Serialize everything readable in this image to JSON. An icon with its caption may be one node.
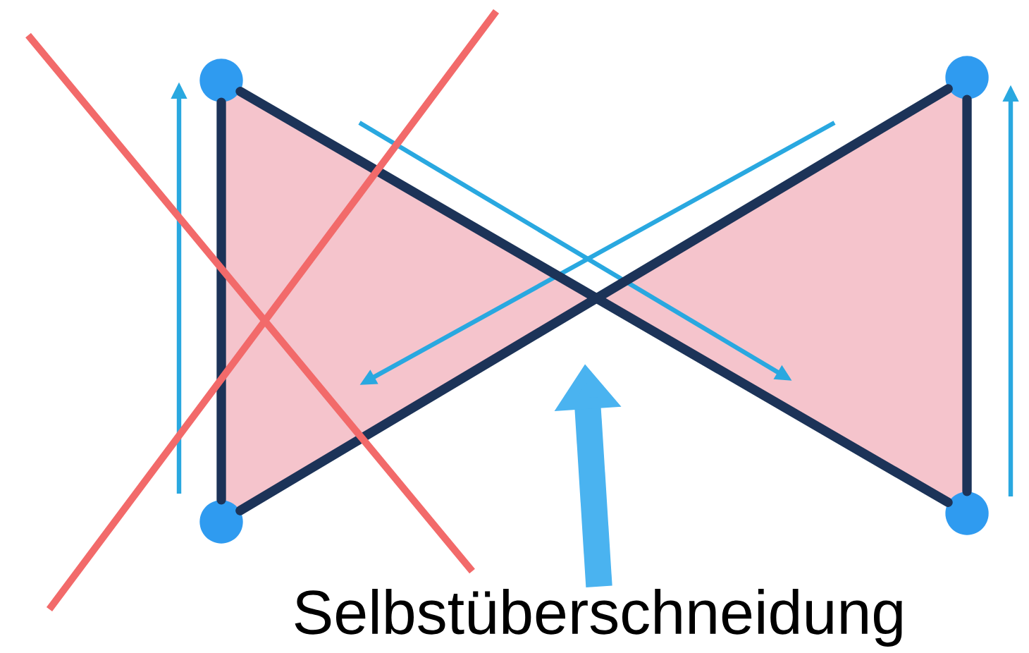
{
  "diagram": {
    "nodes": [
      {
        "text": [],
        "shape": "circle"
      },
      {
        "text": [],
        "shape": "circle"
      },
      {
        "text": [],
        "shape": "circle"
      },
      {
        "text": [],
        "shape": "circle"
      },
      {
        "text": [
          "Selbstüberschneidung"
        ]
      }
    ],
    "edges": [
      {
        "from": 0,
        "to": 3,
        "arrow": "none"
      },
      {
        "from": 3,
        "to": 1,
        "arrow": "none"
      },
      {
        "from": 1,
        "to": 2,
        "arrow": "none"
      },
      {
        "from": 2,
        "to": 0,
        "arrow": "none"
      },
      {
        "from": 4,
        "to": null,
        "arrow": "to",
        "style": "thick",
        "color": "#4ab3f0"
      }
    ]
  }
}
